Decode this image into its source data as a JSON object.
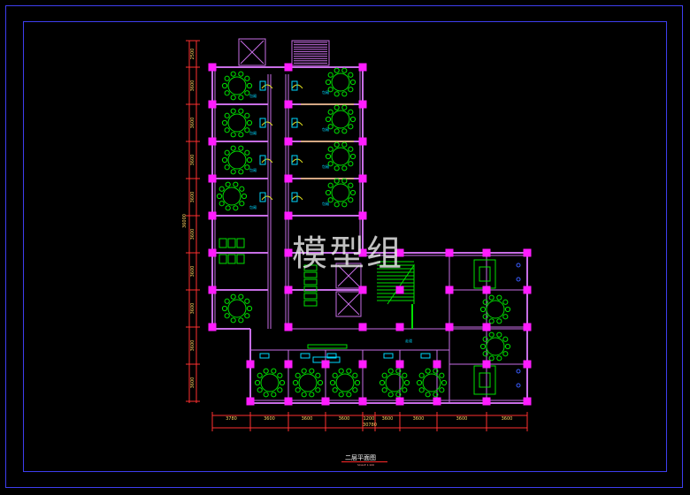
{
  "drawing": {
    "watermark": "模型组",
    "sheet_title": "二层平面图",
    "sheet_subtitle": "SCALE 1:100",
    "colors": {
      "background": "#000000",
      "frame": "#3e3ef0",
      "wall": "#c86ee6",
      "column": "#ff1cff",
      "furniture": "#00e000",
      "fixture": "#00d8ff",
      "door": "#e0e020",
      "dimension": "#ff3030",
      "window": "#ff6ec8"
    },
    "dimensions": {
      "vertical": [
        "2500",
        "3600",
        "3600",
        "3600",
        "3600",
        "3600",
        "3600",
        "3600",
        "3600",
        "3600"
      ],
      "vertical_total": "36000",
      "horizontal": [
        "3780",
        "3600",
        "3600",
        "3600",
        "1200",
        "3600",
        "3600",
        "3600",
        "3600"
      ],
      "horizontal_total": "30780"
    },
    "labels": {
      "room_tag": "包厢",
      "corridor_tag": "走道"
    }
  }
}
